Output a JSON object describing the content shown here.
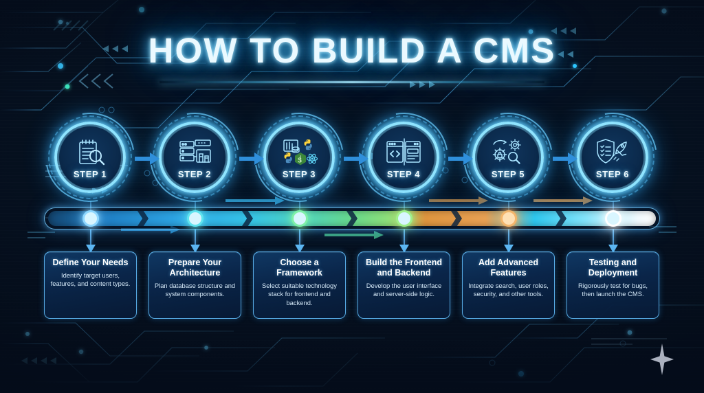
{
  "header": {
    "title": "HOW TO BUILD A CMS"
  },
  "steps": [
    {
      "id": "step-1",
      "label": "STEP 1",
      "icon": "notepad-magnifier-icon",
      "node_color": "#8fd8ff",
      "card_title": "Define Your Needs",
      "card_desc": "Identify target users, features, and content types."
    },
    {
      "id": "step-2",
      "label": "STEP 2",
      "icon": "server-blueprint-icon",
      "node_color": "#5fe4ef",
      "card_title": "Prepare Your Architecture",
      "card_desc": "Plan database structure and system components."
    },
    {
      "id": "step-3",
      "label": "STEP 3",
      "icon": "tech-stack-logos-icon",
      "node_color": "#7ef0a8",
      "card_title": "Choose a Framework",
      "card_desc": "Select suitable technology stack for frontend and backend."
    },
    {
      "id": "step-4",
      "label": "STEP 4",
      "icon": "code-window-icon",
      "node_color": "#9ff08a",
      "card_title": "Build the Frontend and Backend",
      "card_desc": "Develop the user interface and server-side logic."
    },
    {
      "id": "step-5",
      "label": "STEP 5",
      "icon": "gears-lock-search-icon",
      "node_color": "#f3b56b",
      "card_title": "Add Advanced Features",
      "card_desc": "Integrate search, user roles, security, and other tools."
    },
    {
      "id": "step-6",
      "label": "STEP 6",
      "icon": "shield-rocket-icon",
      "node_color": "#ffffff",
      "card_title": "Testing and Deployment",
      "card_desc": "Rigorously test for bugs, then launch the CMS."
    }
  ],
  "timeline": {
    "gradient_stops": [
      "#13446f",
      "#2ea7e6",
      "#4fd3c0",
      "#67d98c",
      "#e0963f",
      "#2ec7ef",
      "#ffffff"
    ]
  },
  "theme": {
    "background_deep": "#0a1a33",
    "background_center": "#115593",
    "accent_cyan": "#8fe4ff",
    "accent_blue": "#2ea7e6",
    "card_border": "#5fb9f5",
    "title_glow": "#54c8ff"
  },
  "decor": {
    "sparkle": "four-point-star-icon"
  }
}
